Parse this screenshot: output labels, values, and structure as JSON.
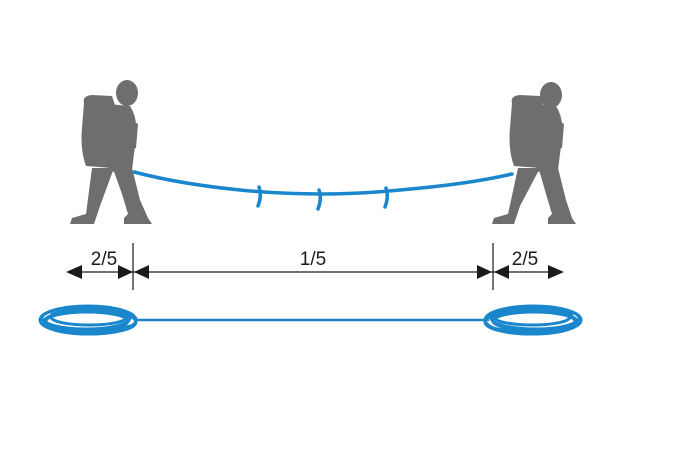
{
  "colors": {
    "rope": "#1a86cc",
    "figure": "#6e6e6e",
    "dimension": "#1a1a1a",
    "background": "#ffffff"
  },
  "dimensions": {
    "left_label": "2/5",
    "middle_label": "1/5",
    "right_label": "2/5"
  },
  "icons": {
    "left_figure": "hiker-with-backpack-icon",
    "right_figure": "hiker-with-backpack-icon"
  }
}
